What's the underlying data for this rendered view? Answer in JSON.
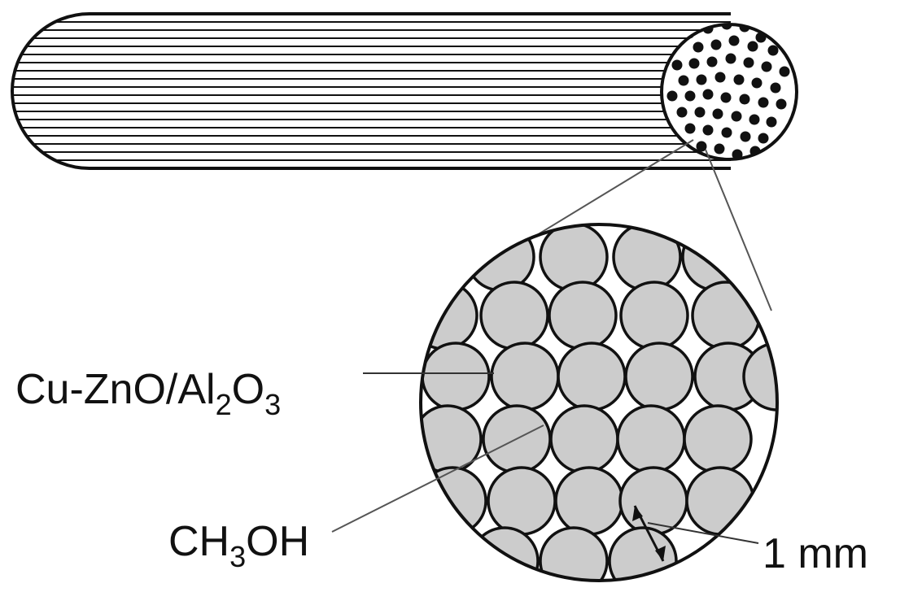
{
  "labels": {
    "catalyst_prefix": "Cu-ZnO/Al",
    "catalyst_sub1": "2",
    "catalyst_mid": "O",
    "catalyst_sub2": "3",
    "methanol_prefix": "CH",
    "methanol_sub": "3",
    "methanol_suffix": "OH",
    "scale": "1 mm"
  },
  "colors": {
    "outline": "#111111",
    "pellet_fill": "#cccccc",
    "background": "#ffffff"
  }
}
